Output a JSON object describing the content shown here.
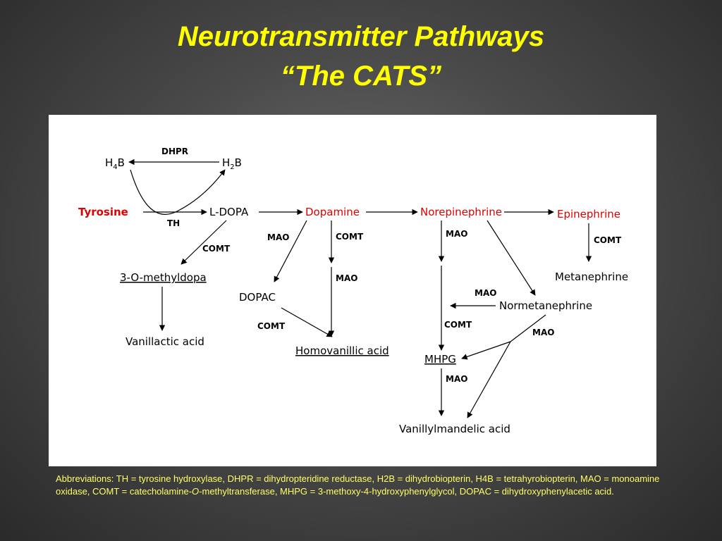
{
  "title_line1": "Neurotransmitter Pathways",
  "title_line2": "“The CATS”",
  "diagram": {
    "nodes": {
      "h4b": "H4B",
      "h2b": "H2B",
      "tyrosine": "Tyrosine",
      "ldopa": "L-DOPA",
      "dopamine": "Dopamine",
      "norepinephrine": "Norepinephrine",
      "epinephrine": "Epinephrine",
      "omethyldopa": "3-O-methyldopa",
      "vanillactic": "Vanillactic acid",
      "dopac": "DOPAC",
      "homovanillic": "Homovanillic acid",
      "mhpg": "MHPG",
      "vanillylmandelic": "Vanillylmandelic acid",
      "normetanephrine": "Normetanephrine",
      "metanephrine": "Metanephrine"
    },
    "enzymes": {
      "dhpr": "DHPR",
      "th": "TH",
      "comt": "COMT",
      "mao": "MAO"
    },
    "highlight_color": "#e00000"
  },
  "abbreviations": {
    "prefix": "Abbreviations: TH = tyrosine hydroxylase, DHPR = dihydropteridine reductase, H2B = dihydrobiopterin, H4B = tetrahyrobiopterin, MAO = monoamine oxidase, COMT = catecholamine-",
    "italic": "O",
    "suffix": "-methyltransferase, MHPG = 3-methoxy-4-hydroxyphenylglycol, DOPAC = dihydroxyphenylacetic acid."
  },
  "colors": {
    "title": "#ffff00",
    "abbreviation_text": "#ffff66"
  }
}
